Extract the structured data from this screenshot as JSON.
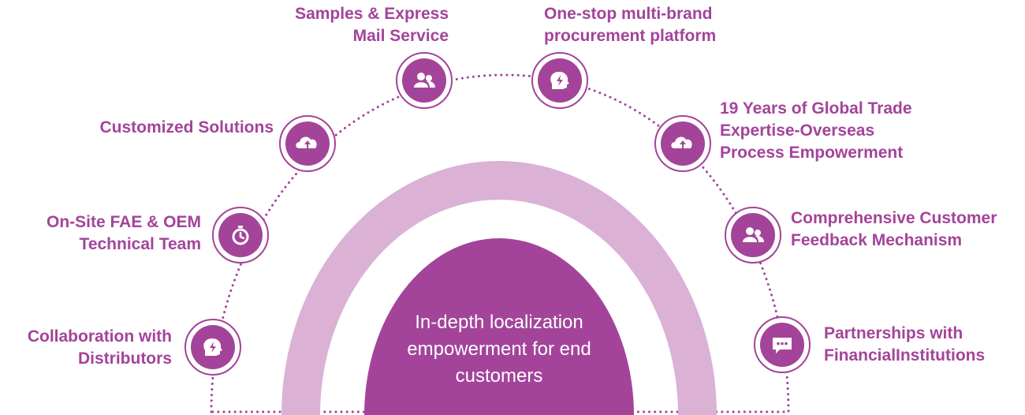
{
  "colors": {
    "primary": "#a3449a",
    "outer_arc": "#dbb1d6",
    "center_circle": "#a3449a",
    "text_on_primary": "#ffffff"
  },
  "center": {
    "lines": [
      "In-depth localization",
      "empowerment for end",
      "customers"
    ]
  },
  "nodes": [
    {
      "id": "distributors",
      "icon": "lightning-head-icon",
      "lines": [
        "Collaboration with",
        "Distributors"
      ]
    },
    {
      "id": "fae",
      "icon": "stopwatch-icon",
      "lines": [
        "On-Site FAE & OEM",
        "Technical Team"
      ]
    },
    {
      "id": "custom",
      "icon": "cloud-upload-icon",
      "lines": [
        "Customized Solutions"
      ]
    },
    {
      "id": "samples",
      "icon": "users-icon",
      "lines": [
        "Samples & Express",
        "Mail Service"
      ]
    },
    {
      "id": "onestop",
      "icon": "lightning-head-icon",
      "lines": [
        "One-stop multi-brand",
        "procurement platform"
      ]
    },
    {
      "id": "global",
      "icon": "cloud-upload-icon",
      "lines": [
        "19 Years of Global Trade",
        "Expertise-Overseas",
        "Process Empowerment"
      ]
    },
    {
      "id": "feedback",
      "icon": "users-icon",
      "lines": [
        "Comprehensive Customer",
        "Feedback Mechanism"
      ]
    },
    {
      "id": "finance",
      "icon": "chat-bubble-icon",
      "lines": [
        "Partnerships with",
        "FinancialInstitutions"
      ]
    }
  ]
}
